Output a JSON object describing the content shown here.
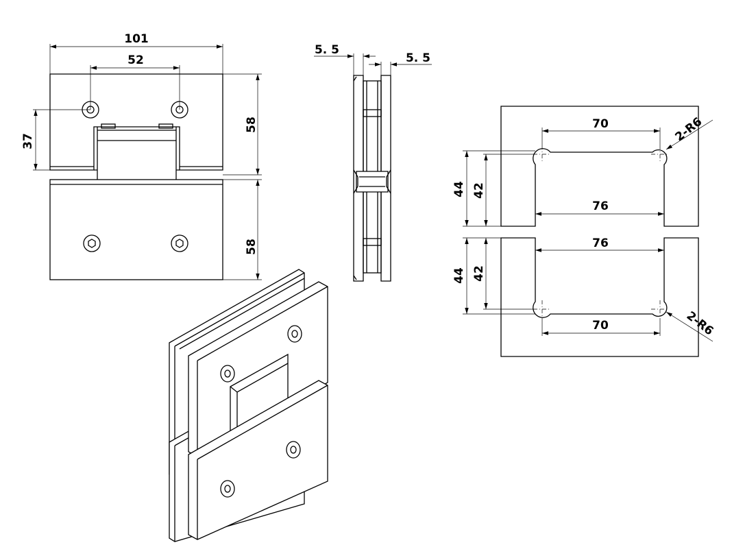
{
  "front_view": {
    "width_label": "101",
    "hole_spacing_label": "52",
    "hole_offset_label": "37",
    "upper_height_label": "58",
    "lower_height_label": "58"
  },
  "side_view": {
    "left_gap_label": "5. 5",
    "right_gap_label": "5. 5"
  },
  "glass_cutout_upper": {
    "inner_width_label": "70",
    "outer_width_label": "76",
    "radius_label": "2-R6",
    "depth_outer_label": "44",
    "depth_inner_label": "42"
  },
  "glass_cutout_lower": {
    "outer_width_label": "76",
    "inner_width_label": "70",
    "radius_label": "2-R6",
    "depth_outer_label": "44",
    "depth_inner_label": "42"
  },
  "iso_view": {}
}
